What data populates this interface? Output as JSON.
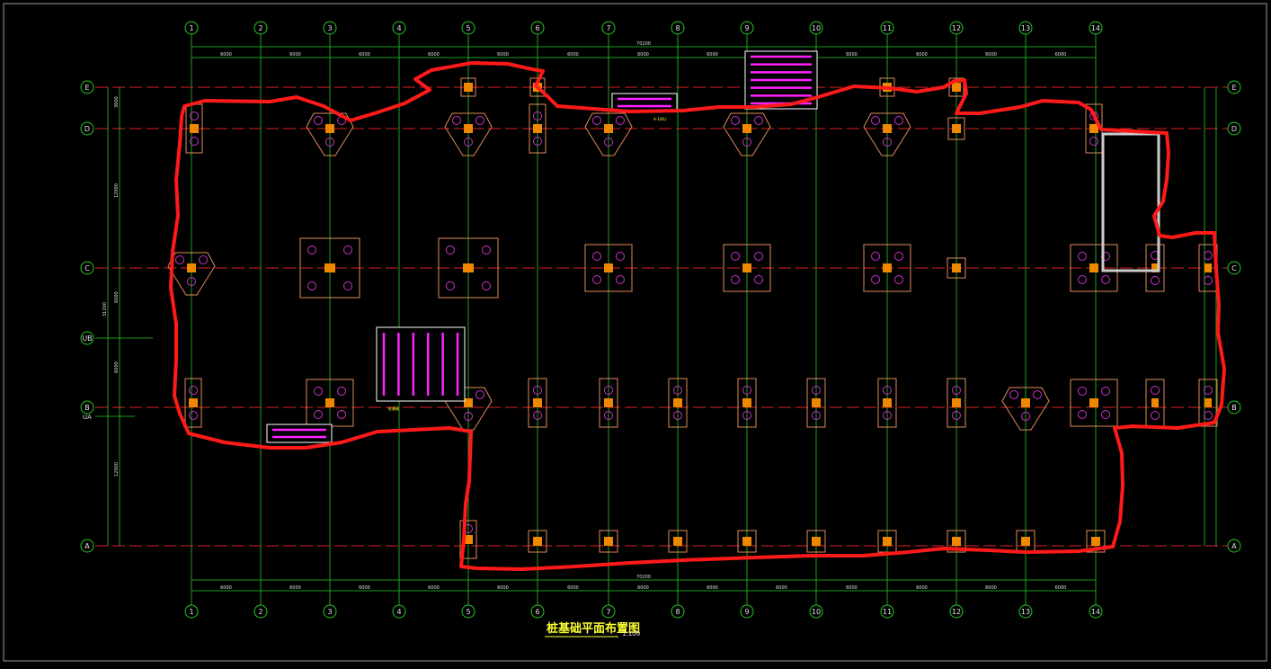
{
  "drawing": {
    "title": "桩基础平面布置图",
    "scale": "1:100",
    "total_dim": "70200",
    "bay_dim": "6000",
    "span_labels_left": [
      "3600",
      "12000",
      "6000",
      "6000",
      "12000"
    ],
    "span_total_left": "31200"
  },
  "axes": {
    "columns": [
      "1",
      "2",
      "3",
      "4",
      "5",
      "6",
      "7",
      "8",
      "9",
      "10",
      "11",
      "12",
      "13",
      "14"
    ],
    "rows": [
      "E",
      "D",
      "C",
      "UB",
      "B",
      "UA",
      "A"
    ]
  },
  "colors": {
    "background": "#000000",
    "axis_line": "#dd2222",
    "grid_bubble": "#22cc22",
    "dimension": "#22cc22",
    "pile_cap": "#e08a5a",
    "pile_circle": "#cc33cc",
    "column": "#ee8800",
    "markup": "#ff1a1a",
    "hatch": "#ff22ff",
    "title": "#ffff33",
    "text_white": "#e0e0e0"
  },
  "legend": {
    "note_b1": "桩基础",
    "note_b2": "A-1(KL)"
  }
}
